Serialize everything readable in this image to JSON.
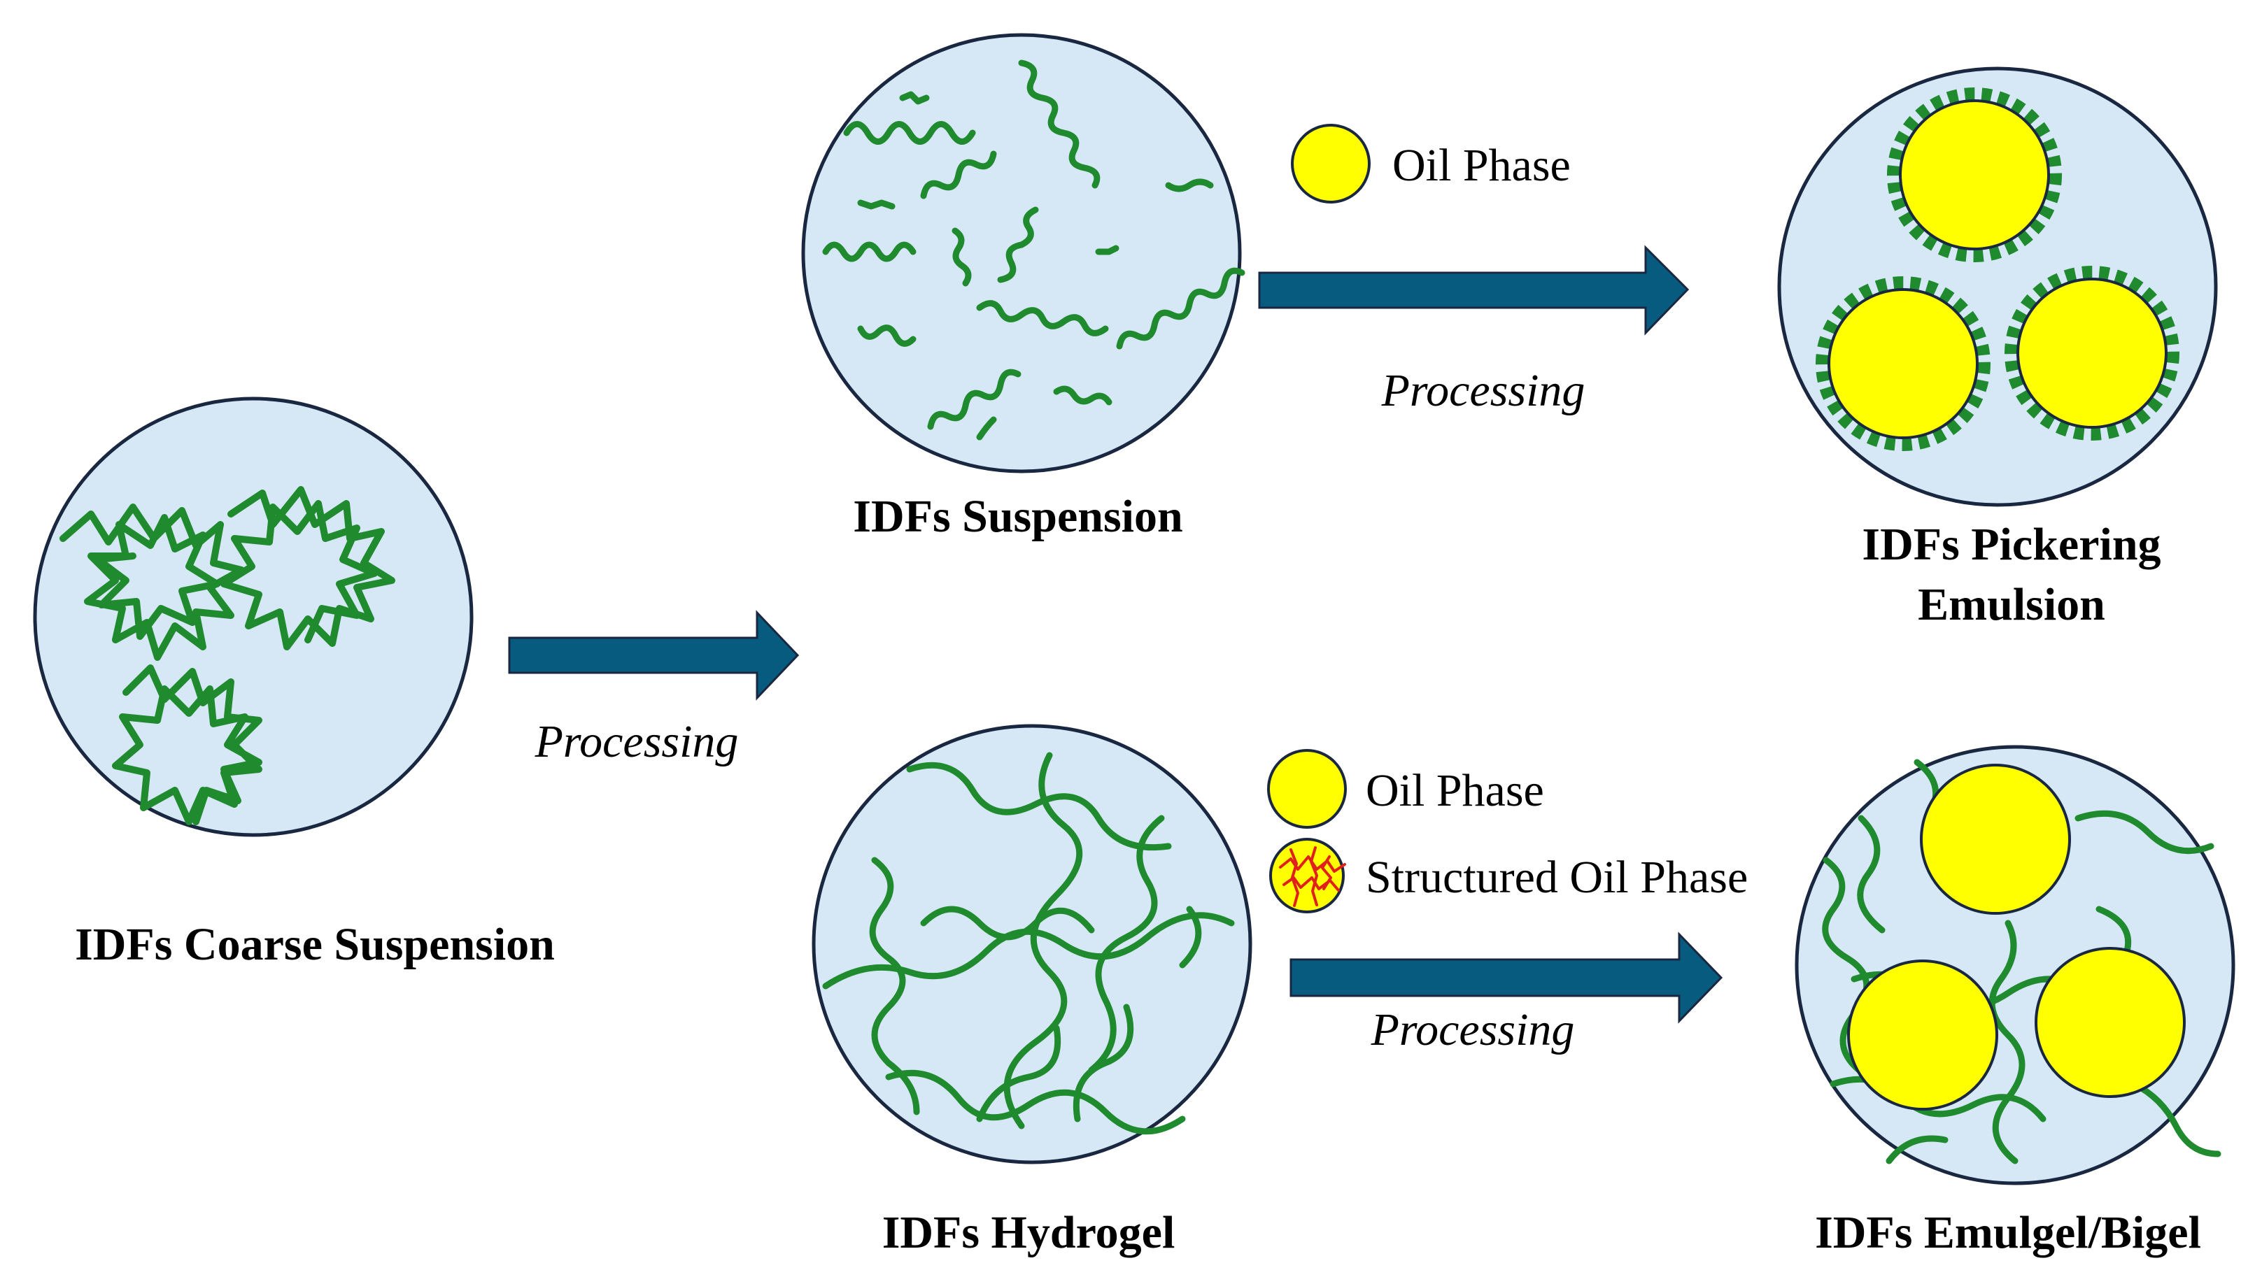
{
  "colors": {
    "circle_fill": "#d6e8f5",
    "circle_stroke": "#1a2740",
    "fiber": "#1f8a2e",
    "arrow": "#075b7e",
    "oil": "#ffff00",
    "structure": "#e0201a"
  },
  "labels": {
    "coarse": "IDFs Coarse Suspension",
    "suspension": "IDFs Suspension",
    "pickering_line1": "IDFs Pickering",
    "pickering_line2": "Emulsion",
    "hydrogel": "IDFs Hydrogel",
    "emulgel": "IDFs Emulgel/Bigel"
  },
  "arrows": {
    "to_branches": "Processing",
    "to_pickering": "Processing",
    "to_emulgel": "Processing"
  },
  "legend_top": {
    "oil_phase": "Oil Phase"
  },
  "legend_bottom": {
    "oil_phase": "Oil Phase",
    "structured_oil_phase": "Structured Oil Phase"
  }
}
